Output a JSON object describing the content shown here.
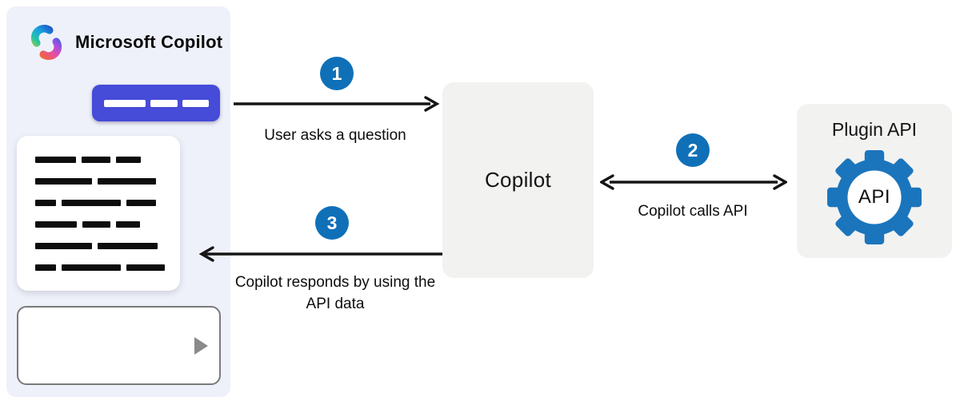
{
  "header": {
    "title": "Microsoft Copilot",
    "logo_icon": "copilot-logo"
  },
  "left_panel": {
    "prompt_pill_dashes": [
      52,
      34,
      33
    ],
    "response_lines": [
      [
        51,
        36,
        31
      ],
      [
        71,
        73
      ],
      [
        26,
        74,
        37
      ],
      [
        52,
        35,
        30
      ],
      [
        71,
        75
      ],
      [
        26,
        74,
        48
      ]
    ],
    "chat_input_value": "",
    "send_icon": "play-triangle"
  },
  "nodes": {
    "copilot_label": "Copilot",
    "plugin_title": "Plugin API",
    "plugin_gear_icon": "gear-icon",
    "plugin_gear_label": "API"
  },
  "steps": [
    {
      "number": "1",
      "label": "User asks a question",
      "arrow": "right"
    },
    {
      "number": "2",
      "label": "Copilot calls API",
      "arrow": "both"
    },
    {
      "number": "3",
      "label": "Copilot responds by using the API data",
      "arrow": "left"
    }
  ],
  "colors": {
    "panel_bg": "#eef1f9",
    "prompt_pill": "#464bd8",
    "node_bg": "#f2f2f1",
    "step_circle": "#0f70b8",
    "gear_blue": "#1b75bc",
    "arrow": "#151515",
    "input_border": "#7a7a7a",
    "send_triangle": "#8a8a8a"
  }
}
